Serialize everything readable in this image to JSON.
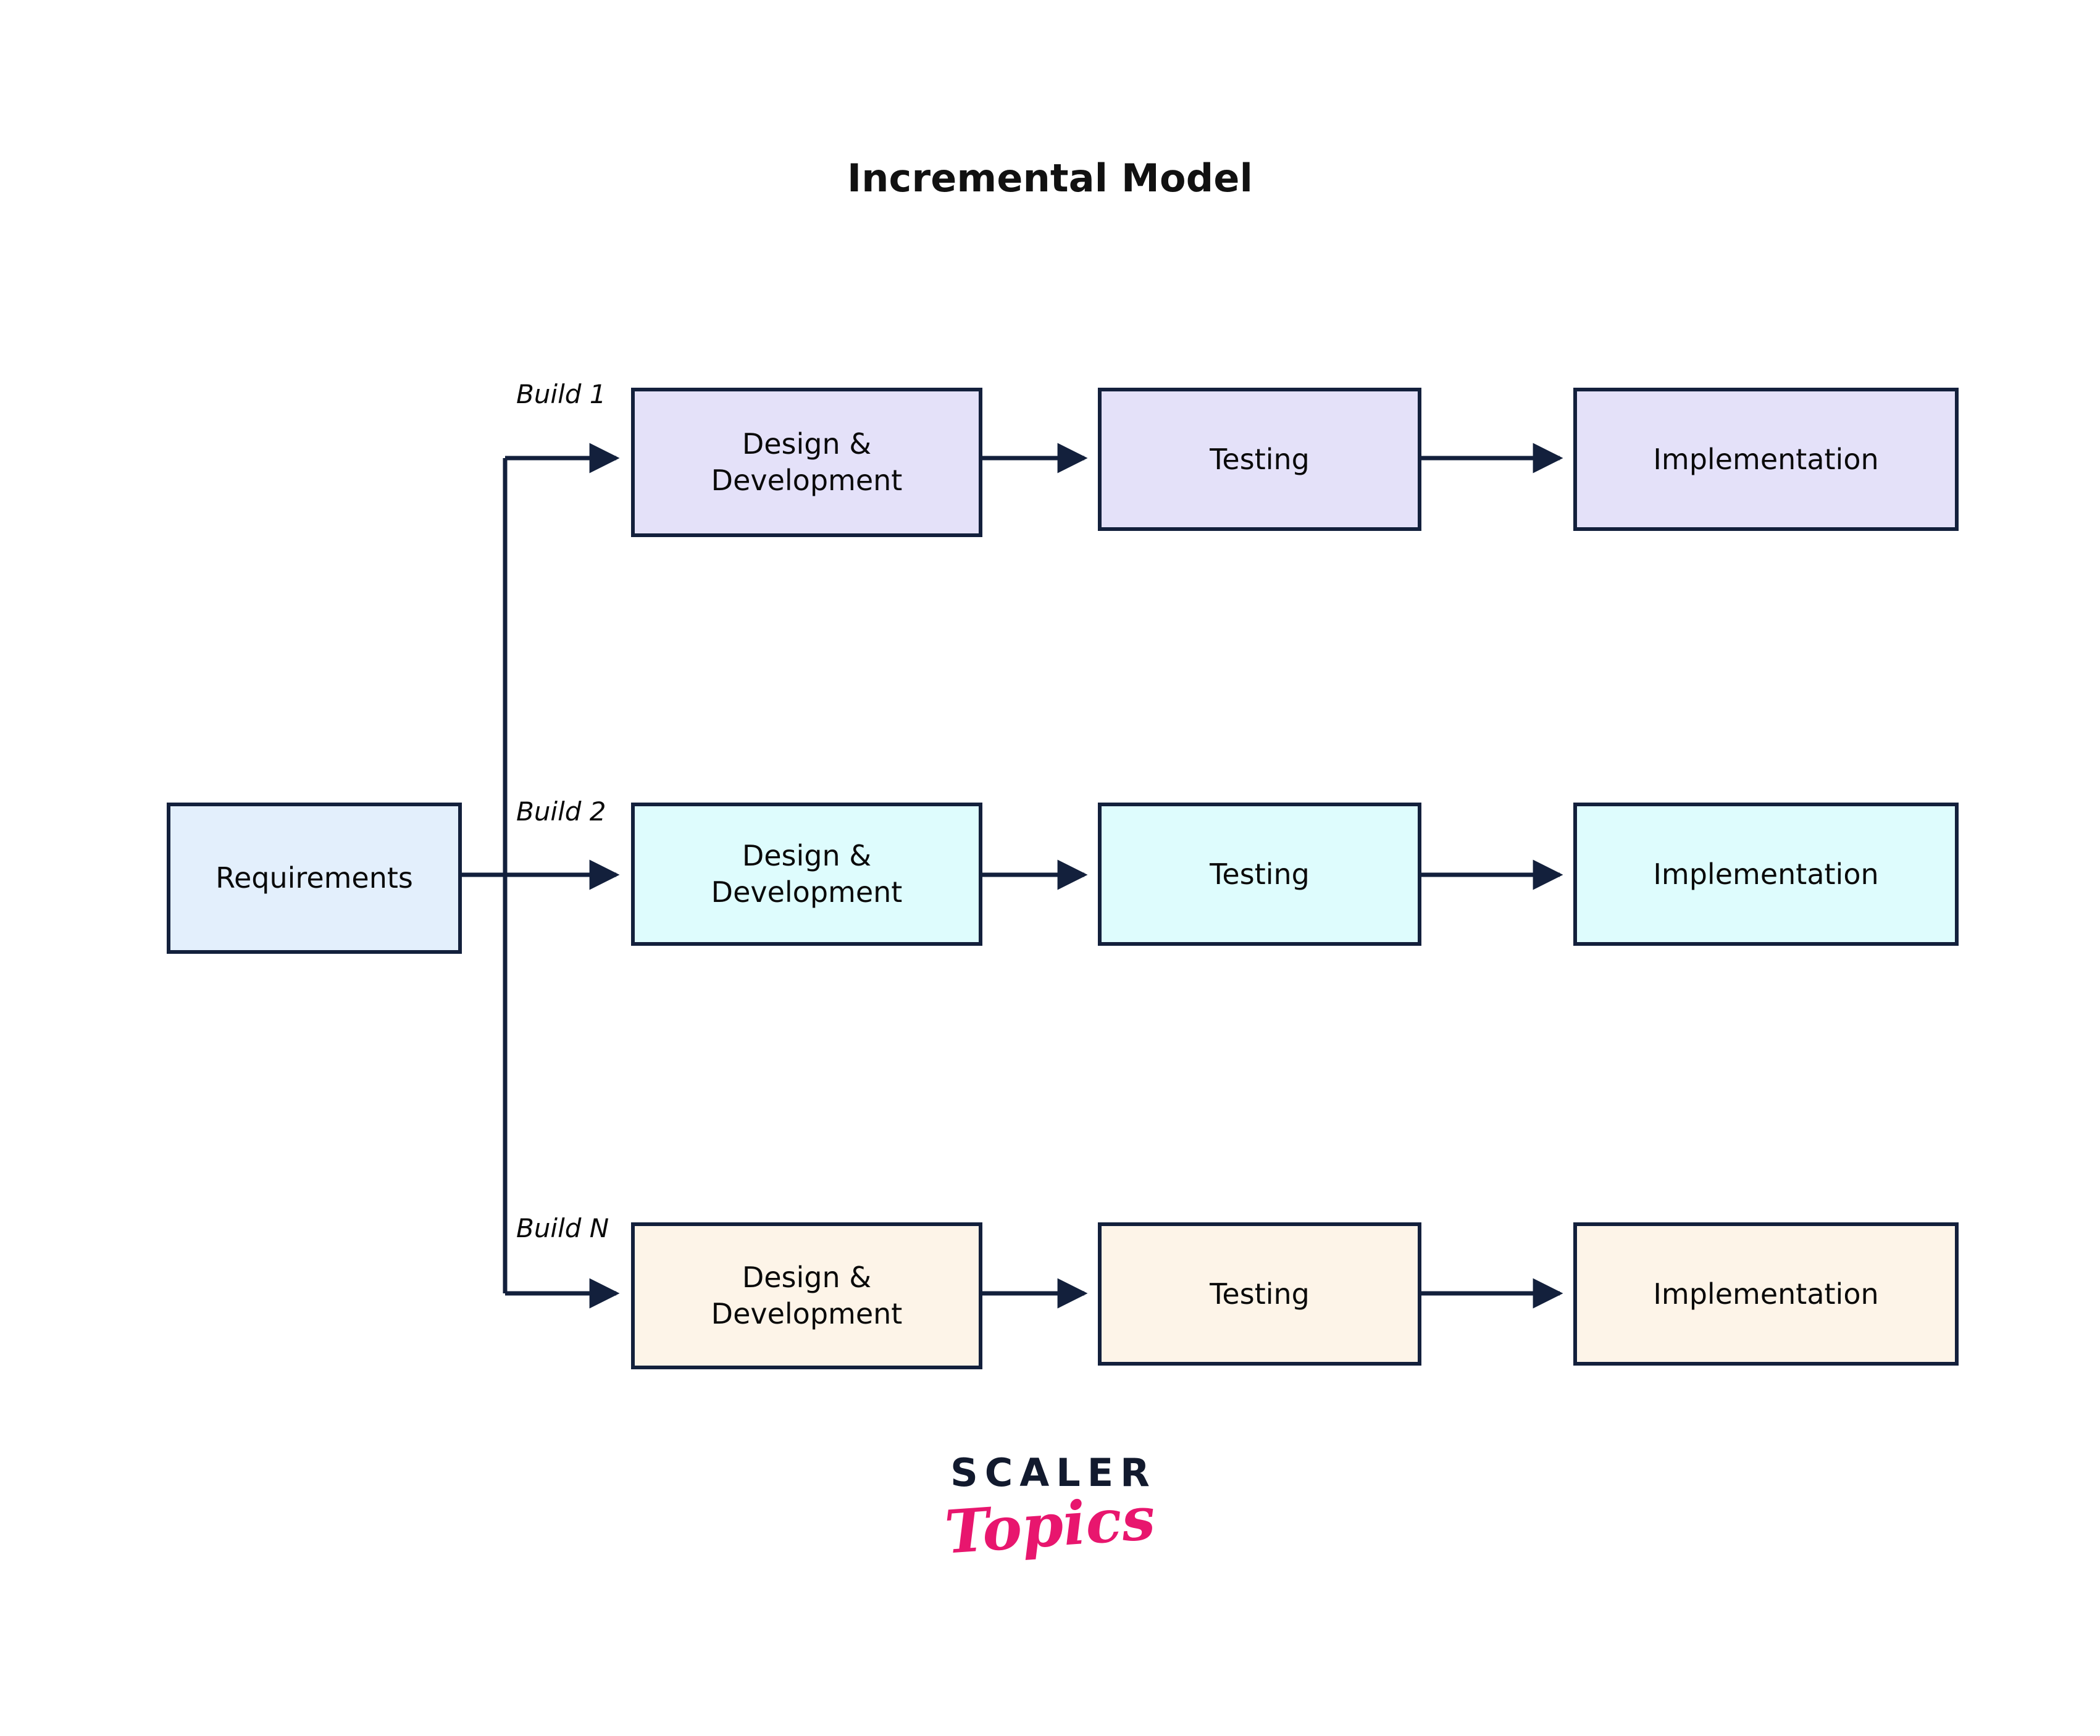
{
  "title": "Incremental Model",
  "colors": {
    "border": "#13203c",
    "background": "#ffffff",
    "requirements_fill": "#e3effc",
    "build1_fill": "#e4e1f9",
    "build2_fill": "#defcfd",
    "buildn_fill": "#fdf4e8",
    "logo_dark": "#121a2e",
    "logo_pink": "#e8166e",
    "text": "#0a0a0a"
  },
  "start_node": {
    "label": "Requirements"
  },
  "rows": [
    {
      "build_label": "Build 1",
      "fill": "#e4e1f9",
      "stages": [
        {
          "label": "Design &\nDevelopment"
        },
        {
          "label": "Testing"
        },
        {
          "label": "Implementation"
        }
      ]
    },
    {
      "build_label": "Build 2",
      "fill": "#defcfd",
      "stages": [
        {
          "label": "Design &\nDevelopment"
        },
        {
          "label": "Testing"
        },
        {
          "label": "Implementation"
        }
      ]
    },
    {
      "build_label": "Build N",
      "fill": "#fdf4e8",
      "stages": [
        {
          "label": "Design &\nDevelopment"
        },
        {
          "label": "Testing"
        },
        {
          "label": "Implementation"
        }
      ]
    }
  ],
  "logo": {
    "primary": "SCALER",
    "secondary": "Topics"
  }
}
